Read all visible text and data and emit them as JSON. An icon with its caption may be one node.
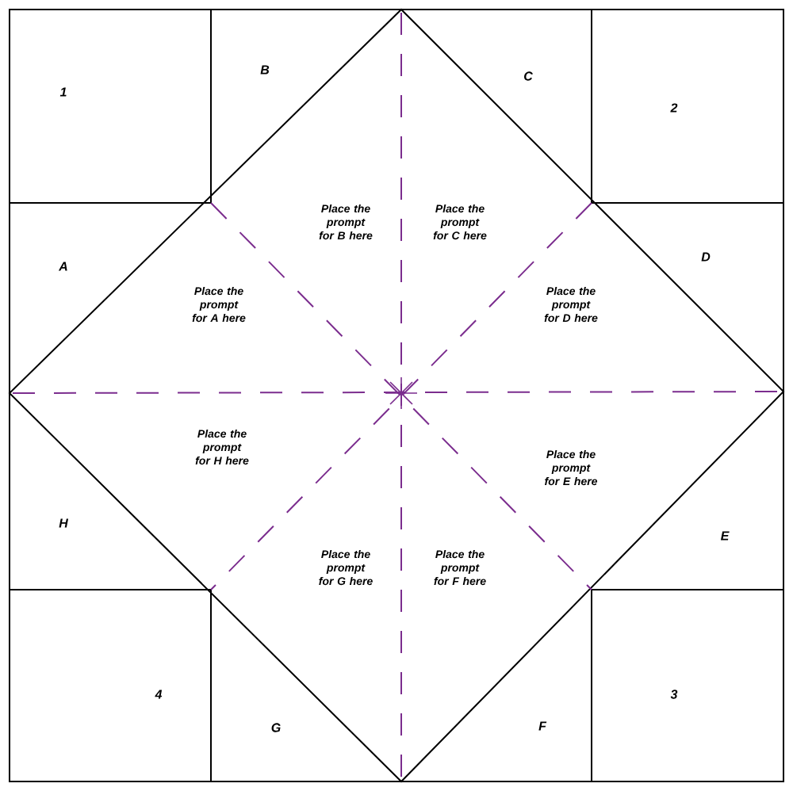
{
  "diagram": {
    "labels": [
      "1",
      "B",
      "C",
      "2",
      "Place the prompt for B here",
      "Place the prompt for C here",
      "A",
      "D",
      "Place the prompt for A here",
      "Place the prompt for D here",
      "Place the prompt for H here",
      "Place the prompt for E here",
      "H",
      "E",
      "Place the prompt for G here",
      "Place the prompt for F here",
      "4",
      "G",
      "F",
      "3"
    ]
  }
}
